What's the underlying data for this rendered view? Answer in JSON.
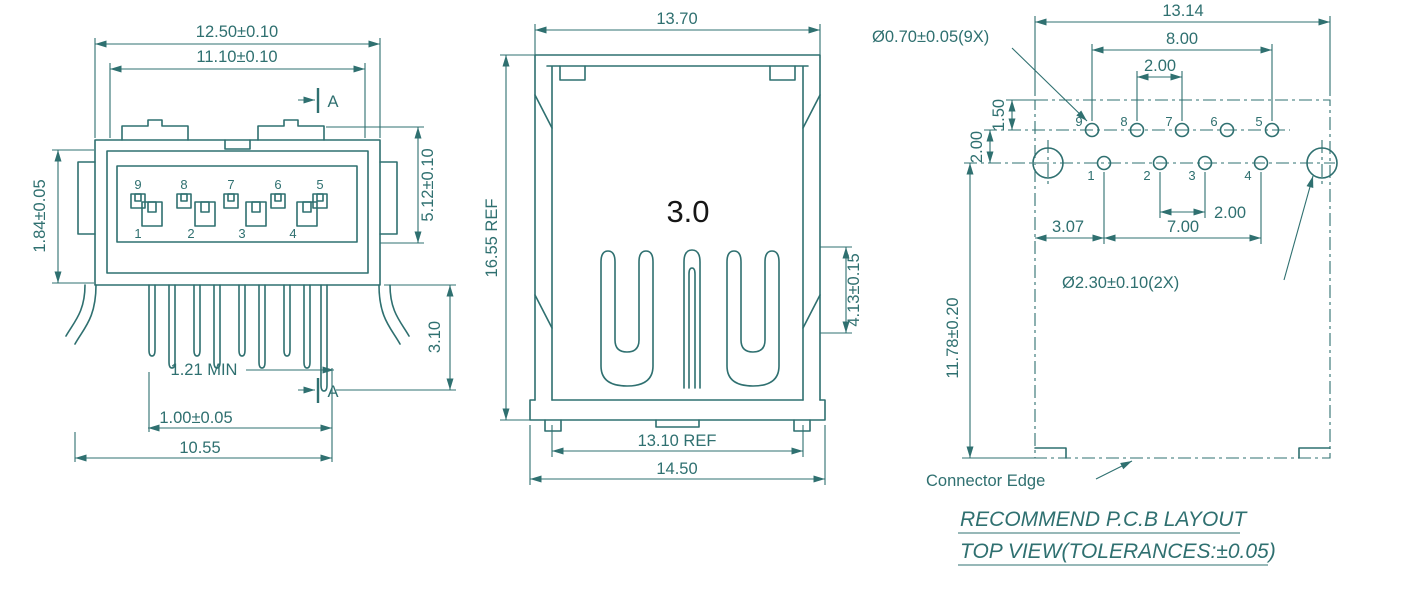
{
  "colors": {
    "ink": "#2f7070",
    "dark_label": "#161616"
  },
  "front_view": {
    "dim_width_outer": "12.50±0.10",
    "dim_width_inner": "11.10±0.10",
    "dim_shell_height": "1.84±0.05",
    "dim_opening_height": "5.12±0.10",
    "dim_leg_length": "3.10",
    "dim_pin_min": "1.21 MIN",
    "dim_pin_width": "1.00±0.05",
    "dim_pin_span": "10.55",
    "section_label_top": "A",
    "section_label_bottom": "A",
    "pins_top": [
      "9",
      "8",
      "7",
      "6",
      "5"
    ],
    "pins_bottom": [
      "1",
      "2",
      "3",
      "4"
    ]
  },
  "side_view": {
    "dim_width_top": "13.70",
    "dim_height": "16.55 REF",
    "version_label": "3.0",
    "dim_latch": "4.13±0.15",
    "dim_width_inner": "13.10 REF",
    "dim_width_outer": "14.50"
  },
  "pcb_view": {
    "dim_width": "13.14",
    "dim_row_span": "8.00",
    "dim_pitch_top": "2.00",
    "callout_small_hole": "Ø0.70±0.05(9X)",
    "dim_edge_to_row1": "1.50",
    "dim_row_gap": "2.00",
    "dim_pitch_bottom": "2.00",
    "dim_edge_to_pin1": "3.07",
    "dim_bottom_span": "7.00",
    "callout_large_hole": "Ø2.30±0.10(2X)",
    "dim_depth": "11.78±0.20",
    "connector_edge_label": "Connector Edge",
    "pins_top": [
      "9",
      "8",
      "7",
      "6",
      "5"
    ],
    "pins_bottom": [
      "1",
      "2",
      "3",
      "4"
    ],
    "note_line1": "RECOMMEND P.C.B LAYOUT",
    "note_line2": "TOP VIEW(TOLERANCES:±0.05)"
  }
}
